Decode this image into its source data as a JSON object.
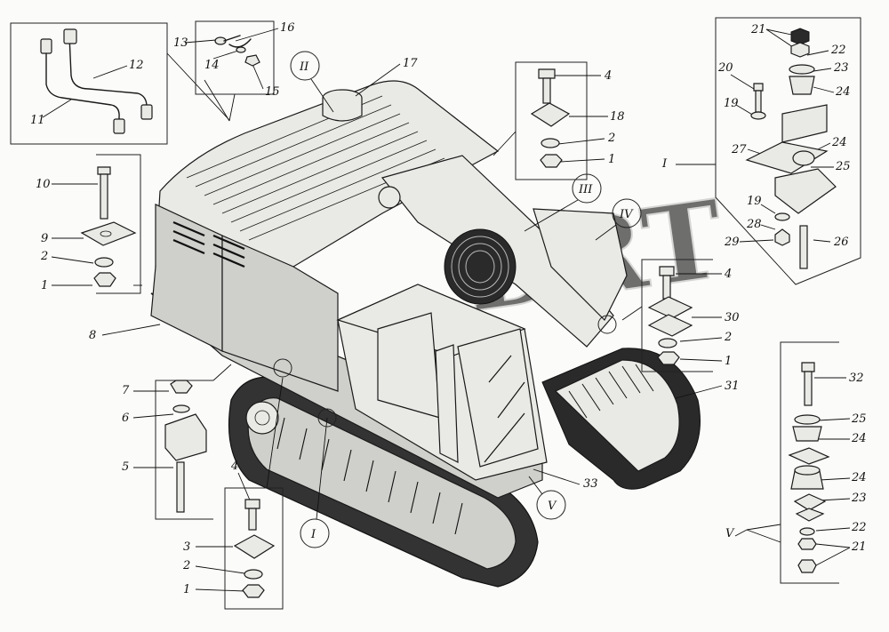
{
  "callouts": {
    "c1a": "1",
    "c2a": "2",
    "c9": "9",
    "c10": "10",
    "c8": "8",
    "c11": "11",
    "c12": "12",
    "c13": "13",
    "c14": "14",
    "c15": "15",
    "c16": "16",
    "c17": "17",
    "c4a": "4",
    "c18": "18",
    "c2b": "2",
    "c1b": "1",
    "c20": "20",
    "c19a": "19",
    "c21a": "21",
    "c22a": "22",
    "c23a": "23",
    "c24a": "24",
    "c27": "27",
    "c24b": "24",
    "c25a": "25",
    "c19b": "19",
    "c28": "28",
    "c29": "29",
    "c26": "26",
    "c4b": "4",
    "c30": "30",
    "c2c": "2",
    "c1c": "1",
    "c31": "31",
    "c7": "7",
    "c6": "6",
    "c5": "5",
    "c4c": "4",
    "c3": "3",
    "c2d": "2",
    "c1d": "1",
    "c33": "33",
    "c32": "32",
    "c25b": "25",
    "c24c": "24",
    "c24d": "24",
    "c23b": "23",
    "c22b": "22",
    "c21b": "21",
    "c21c": "21"
  },
  "views": {
    "I_top": "I",
    "I_bottom": "I",
    "II": "II",
    "III": "III",
    "IV": "IV",
    "V_body": "V",
    "V_detail": "V"
  },
  "watermark": "DRT"
}
